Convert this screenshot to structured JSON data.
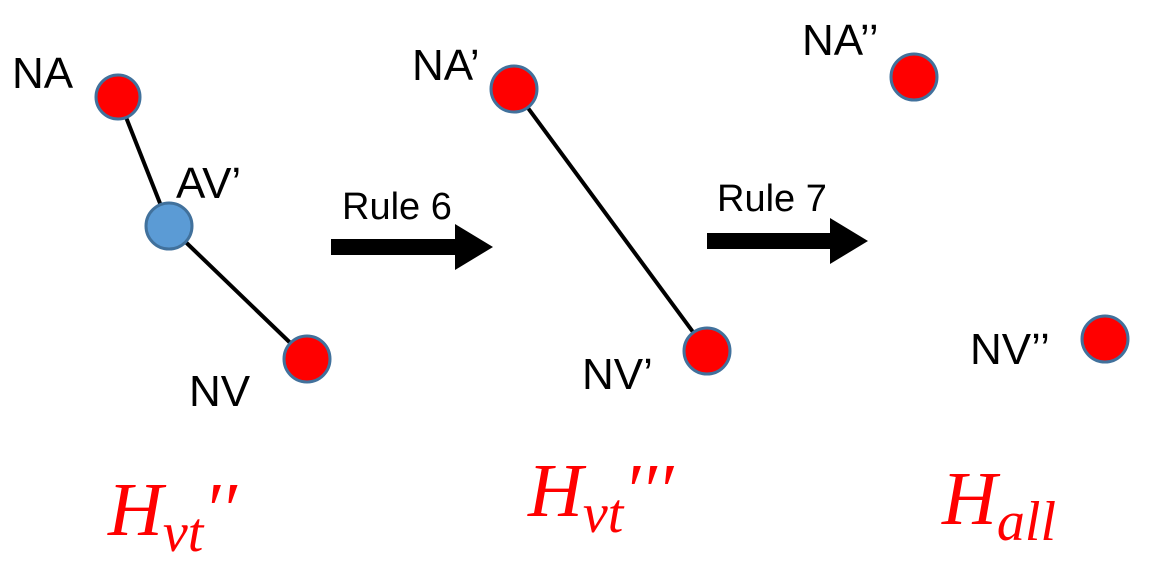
{
  "colors": {
    "node_red": "#ff0000",
    "node_blue": "#5b9bd5",
    "node_stroke": "#41719c",
    "edge": "#000000",
    "arrow": "#000000",
    "graph_label": "#ff0000"
  },
  "graph1": {
    "nodes": {
      "na": "NA",
      "av": "AV’",
      "nv": "NV"
    },
    "label": {
      "main": "H",
      "sub": "vt",
      "suffix": "′′"
    }
  },
  "arrow1": {
    "label": "Rule 6"
  },
  "graph2": {
    "nodes": {
      "na": "NA’",
      "nv": "NV’"
    },
    "label": {
      "main": "H",
      "sub": "vt",
      "suffix": "′′′"
    }
  },
  "arrow2": {
    "label": "Rule 7"
  },
  "graph3": {
    "nodes": {
      "na": "NA’’",
      "nv": "NV’’"
    },
    "label": {
      "main": "H",
      "sub": "all"
    }
  }
}
